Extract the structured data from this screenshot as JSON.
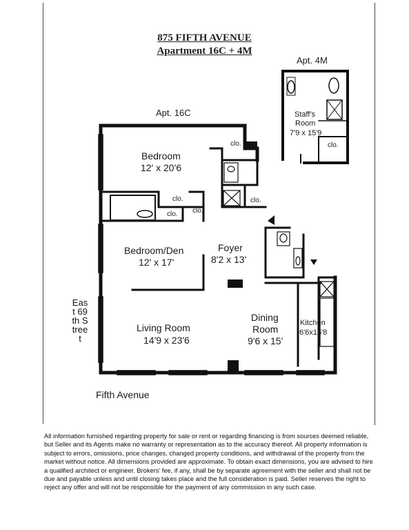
{
  "header": {
    "address": "875 FIFTH AVENUE",
    "apartment": "Apartment 16C + 4M"
  },
  "units": {
    "main_label": "Apt. 16C",
    "staff_label": "Apt. 4M"
  },
  "rooms": {
    "bedroom": {
      "name": "Bedroom",
      "size": "12' x 20'6"
    },
    "bedroom_den": {
      "name": "Bedroom/Den",
      "size": "12' x 17'"
    },
    "foyer": {
      "name": "Foyer",
      "size": "8'2 x 13'"
    },
    "living": {
      "name": "Living Room",
      "size": "14'9 x 23'6"
    },
    "dining": {
      "name": "Dining",
      "name2": "Room",
      "size": "9'6 x 15'"
    },
    "kitchen": {
      "name": "Kitchen",
      "size": "6'6x16'8"
    },
    "staff": {
      "name": "Staff's",
      "name2": "Room",
      "size": "7'9 x 15'9"
    }
  },
  "closet_label": "clo.",
  "streets": {
    "side": "East 69th Street",
    "front": "Fifth Avenue"
  },
  "disclaimer": "All information furnished regarding property for sale or rent or regarding financing is from sources deemed reliable, but Seller and its Agents make no warranty or representation as to the accuracy thereof. All property information is subject to errors, omissions, price changes, changed property conditions, and withdrawal of the property from the market without notice. All dimensions provided are approximate. To obtain exact dimensions, you are advised to hire a qualified architect or engineer. Brokers' fee, if any, shall be by separate agreement with the seller and shall not be due and payable unless and until closing takes place and the full consideration is paid. Seller reserves the right to reject any offer and will not be responsible for the payment of any commission in any such case."
}
